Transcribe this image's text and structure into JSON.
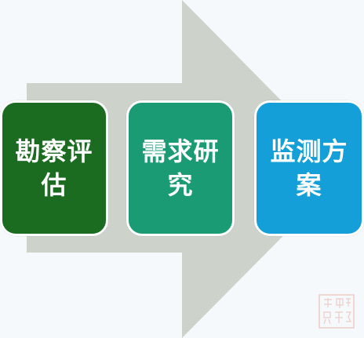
{
  "arrow": {
    "color": "#cdd3cb"
  },
  "steps": [
    {
      "label": "勘察评估",
      "color": "#1b6b21"
    },
    {
      "label": "需求研究",
      "color": "#1a9b73"
    },
    {
      "label": "监测方案",
      "color": "#149fd8"
    }
  ],
  "seal": {
    "color": "#e7a99a"
  }
}
